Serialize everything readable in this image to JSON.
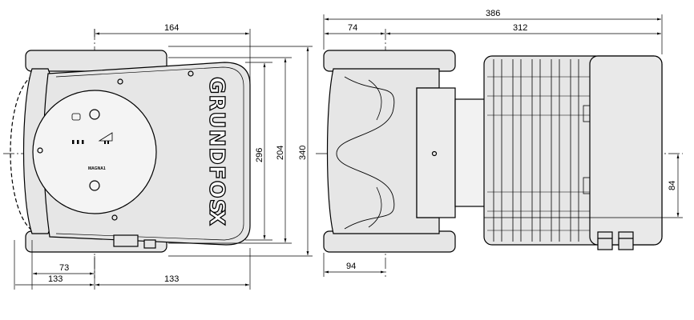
{
  "brand": {
    "logo": "GRUNDFOS",
    "model_label": "MAGNA1"
  },
  "front_view": {
    "dimensions": {
      "head_width": "164",
      "height_outer_right": "296",
      "height_mid": "204",
      "height_total": "340",
      "left_offset": "73",
      "left_half": "133",
      "right_half": "133"
    }
  },
  "side_view": {
    "dimensions": {
      "total_length": "386",
      "flange_to_axis": "74",
      "axis_to_motor_end": "312",
      "flange_bottom": "94",
      "motor_offset": "84"
    }
  },
  "colors": {
    "line": "#000000",
    "body_fill": "#e6e6e6",
    "face_fill": "#f4f4f4",
    "background": "#ffffff"
  }
}
